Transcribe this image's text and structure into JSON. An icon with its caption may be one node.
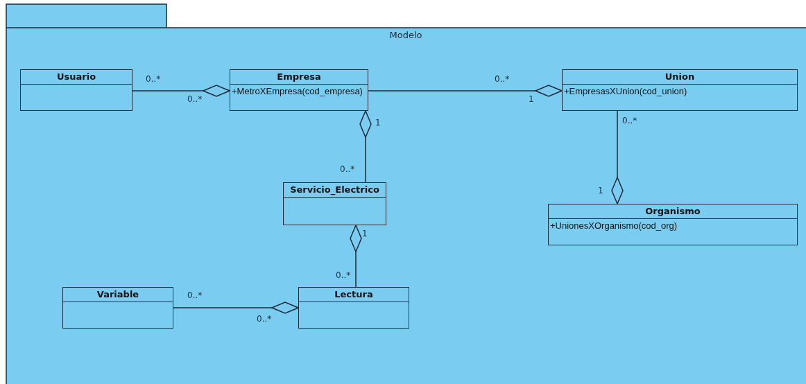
{
  "diagram": {
    "nodes": [
      {
        "text": [
          "Modelo"
        ]
      },
      {
        "text": [
          "Usuario"
        ],
        "in": 0
      },
      {
        "text": [
          "Empresa",
          "+MetroXEmpresa(cod_empresa)"
        ],
        "in": 0
      },
      {
        "text": [
          "Union",
          "+EmpresasXUnion(cod_union)"
        ],
        "in": 0
      },
      {
        "text": [
          "Servicio_Electrico"
        ],
        "in": 0
      },
      {
        "text": [
          "Organismo",
          "+UnionesXOrganismo(cod_org)"
        ],
        "in": 0
      },
      {
        "text": [
          "Variable"
        ],
        "in": 0
      },
      {
        "text": [
          "Lectura"
        ],
        "in": 0
      }
    ],
    "edges": [
      {
        "from": 1,
        "to": 2,
        "arrow": "other"
      },
      {
        "from": 2,
        "to": 3,
        "arrow": "other"
      },
      {
        "from": 4,
        "to": 2,
        "arrow": "other"
      },
      {
        "from": 3,
        "to": 5,
        "arrow": "other"
      },
      {
        "from": 7,
        "to": 4,
        "arrow": "other"
      },
      {
        "from": 6,
        "to": 7,
        "arrow": "other"
      }
    ],
    "labels": [
      "0..*",
      "0..*",
      "0..*",
      "1",
      "1",
      "0..*",
      "0..*",
      "1",
      "1",
      "0..*",
      "0..*",
      "0..*"
    ]
  }
}
